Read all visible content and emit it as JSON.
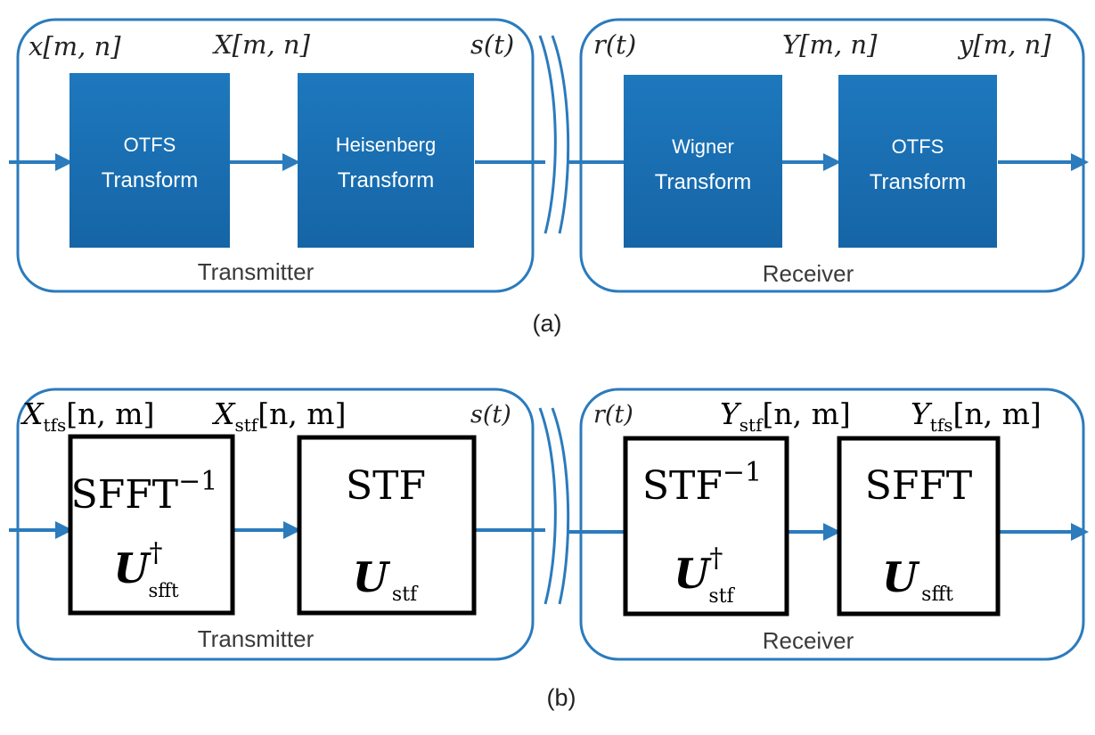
{
  "colors": {
    "outline": "#2b7bbd",
    "arrow": "#2b7bbd",
    "block_fill": "#1a6fb3",
    "block_text": "#ffffff",
    "label_text": "#2a2a2a",
    "box_border": "#000000"
  },
  "panel_a": {
    "caption": "(a)",
    "transmitter": {
      "label": "Transmitter",
      "signals": {
        "input": "x[m, n]",
        "middle": "X[m, n]",
        "output": "s(t)"
      },
      "blocks": [
        {
          "line1": "OTFS",
          "line2": "Transform"
        },
        {
          "line1": "Heisenberg",
          "line2": "Transform"
        }
      ]
    },
    "receiver": {
      "label": "Receiver",
      "signals": {
        "input": "r(t)",
        "middle": "Y[m, n]",
        "output": "y[m, n]"
      },
      "blocks": [
        {
          "line1": "Wigner",
          "line2": "Transform"
        },
        {
          "line1": "OTFS",
          "line2": "Transform"
        }
      ]
    }
  },
  "panel_b": {
    "caption": "(b)",
    "transmitter": {
      "label": "Transmitter",
      "signals": {
        "input": {
          "base": "X",
          "sub": "tfs",
          "arg": "[n, m]"
        },
        "middle": {
          "base": "X",
          "sub": "stf",
          "arg": "[n, m]"
        },
        "output": "s(t)"
      },
      "blocks": [
        {
          "name": "SFFT",
          "name_sup": "−1",
          "op": "U",
          "op_sup": "†",
          "op_sub": "sfft"
        },
        {
          "name": "STF",
          "name_sup": "",
          "op": "U",
          "op_sup": "",
          "op_sub": "stf"
        }
      ]
    },
    "receiver": {
      "label": "Receiver",
      "signals": {
        "input": "r(t)",
        "middle": {
          "base": "Y",
          "sub": "stf",
          "arg": "[n, m]"
        },
        "output": {
          "base": "Y",
          "sub": "tfs",
          "arg": "[n, m]"
        }
      },
      "blocks": [
        {
          "name": "STF",
          "name_sup": "−1",
          "op": "U",
          "op_sup": "†",
          "op_sub": "stf"
        },
        {
          "name": "SFFT",
          "name_sup": "",
          "op": "U",
          "op_sup": "",
          "op_sub": "sfft"
        }
      ]
    }
  }
}
